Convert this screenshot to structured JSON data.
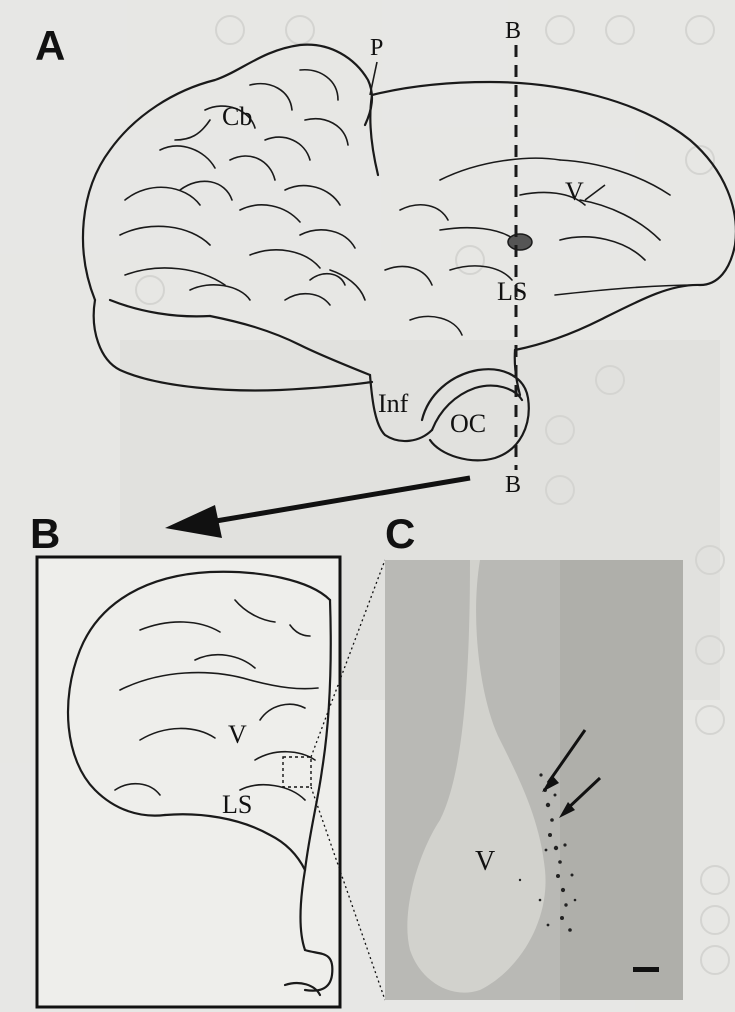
{
  "figure": {
    "panels": {
      "A": {
        "letter": "A",
        "labels": {
          "cb": "Cb",
          "p": "P",
          "v": "V",
          "ls": "LS",
          "inf": "Inf",
          "oc": "OC",
          "b_top": "B",
          "b_bottom": "B"
        }
      },
      "B": {
        "letter": "B",
        "labels": {
          "v": "V",
          "ls": "LS"
        }
      },
      "C": {
        "letter": "C",
        "labels": {
          "v": "V"
        }
      }
    }
  }
}
